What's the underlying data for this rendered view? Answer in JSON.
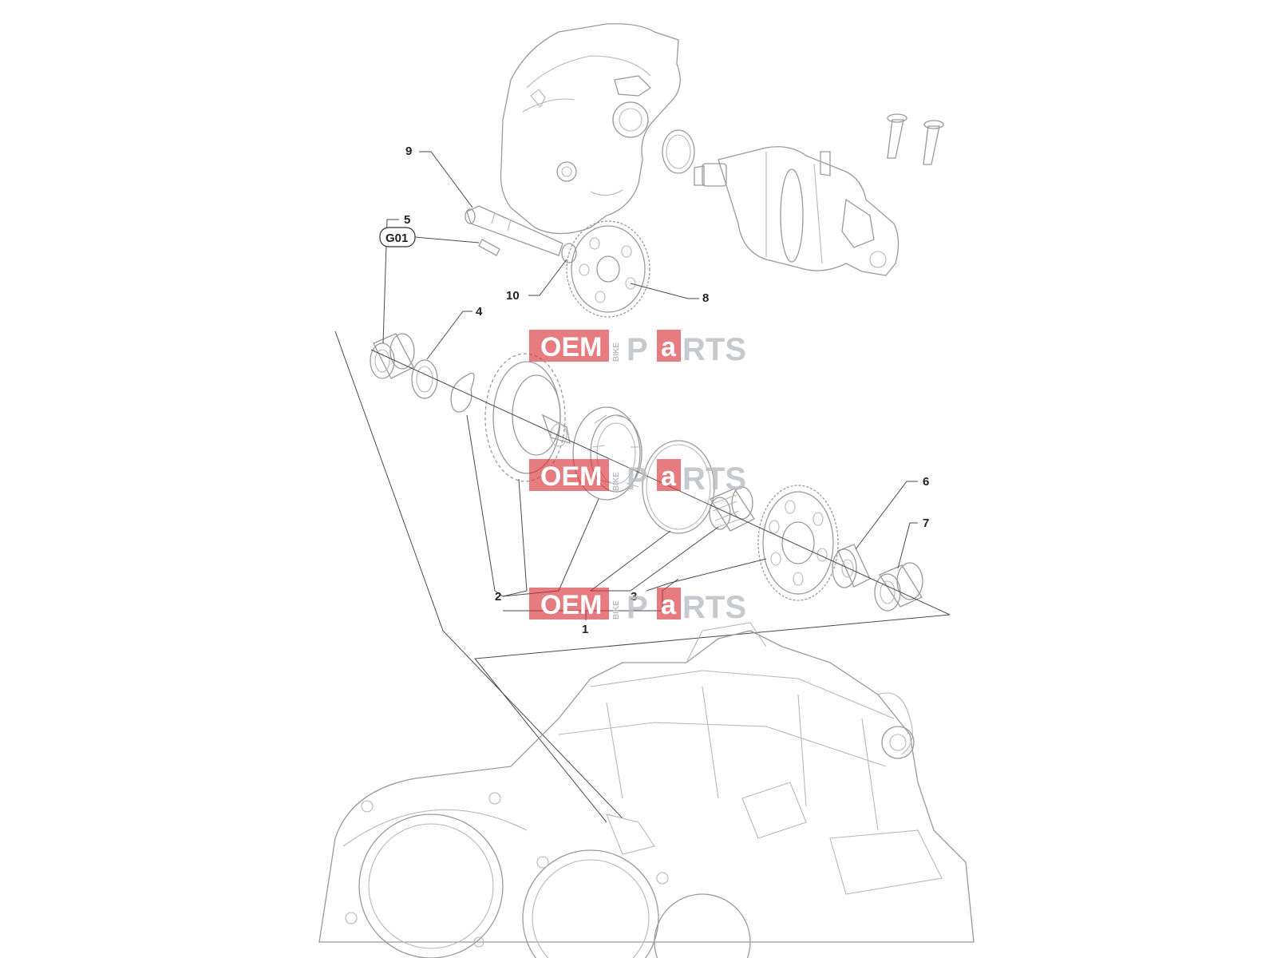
{
  "callouts": {
    "c1": "1",
    "c2": "2",
    "c3": "3",
    "c4": "4",
    "c5": "5",
    "c6": "6",
    "c7": "7",
    "c8": "8",
    "c9": "9",
    "c10": "10"
  },
  "tag": {
    "g01": "G01"
  },
  "watermark": {
    "oem": "OEM",
    "bike": "BIKE",
    "parts_p": "P",
    "parts_a": "a",
    "parts_rts": "RTS"
  }
}
